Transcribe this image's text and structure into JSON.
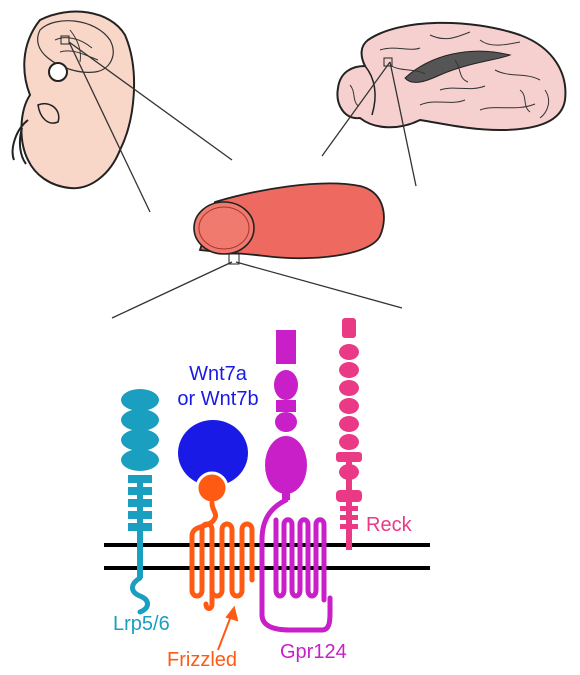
{
  "labels": {
    "ligand_line1": "Wnt7a",
    "ligand_line2": "or Wnt7b",
    "lrp": "Lrp5/6",
    "frizzled": "Frizzled",
    "gpr124": "Gpr124",
    "reck": "Reck"
  },
  "colors": {
    "embryo_skin": "#f8d6c8",
    "brain_fill": "#f6d0cf",
    "vessel": "#ee6a60",
    "wnt": "#1a1ae6",
    "frizzled": "#ff5a14",
    "lrp": "#1a9fc0",
    "gpr124": "#c81fc8",
    "reck": "#ea3a86",
    "membrane": "#000000"
  }
}
